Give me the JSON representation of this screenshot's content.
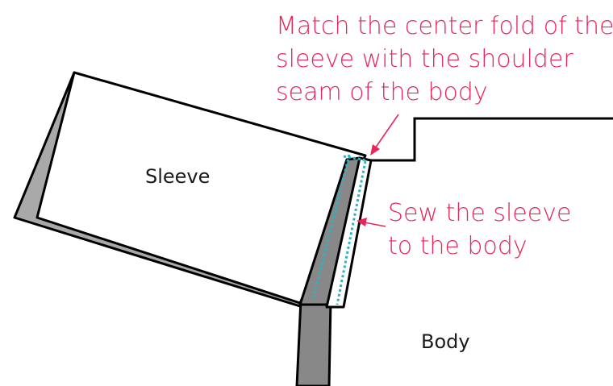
{
  "labels": {
    "sleeve": "Sleeve",
    "body": "Body"
  },
  "annotations": {
    "match_fold": [
      "Match the center fold of the",
      "sleeve with the shoulder",
      "seam of the body"
    ],
    "sew": [
      "Sew the sleeve",
      "to the body"
    ]
  },
  "colors": {
    "outline": "#000000",
    "fabric_fill": "#ffffff",
    "fabric_back": "#a9a9a9",
    "body_gray": "#888888",
    "stitch": "#2bb3c0",
    "annotation": "#e8265a"
  }
}
